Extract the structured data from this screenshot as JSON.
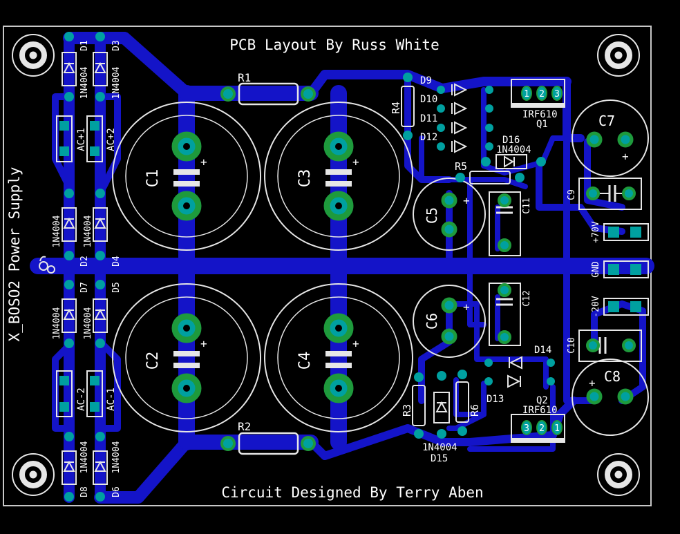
{
  "title": "PCB Layout By Russ White",
  "footer": "Circuit Designed By Terry Aben",
  "side_label": "X_BOSO2 Power Supply",
  "colors": {
    "background": "#000000",
    "trace": "#1414c8",
    "pad": "#00a0a0",
    "big_pad": "#1e9a3c",
    "silk": "#e6e6e6",
    "outline": "#c8c8c8"
  },
  "components": {
    "r1": "R1",
    "r2": "R2",
    "r3": "R3",
    "r4": "R4",
    "r5": "R5",
    "r6": "R6",
    "c1": "C1",
    "c2": "C2",
    "c3": "C3",
    "c4": "C4",
    "c5": "C5",
    "c6": "C6",
    "c7": "C7",
    "c8": "C8",
    "c9": "C9",
    "c10": "C10",
    "c11": "C11",
    "c12": "C12",
    "d1": "D1",
    "d2": "D2",
    "d3": "D3",
    "d4": "D4",
    "d5": "D5",
    "d6": "D6",
    "d7": "D7",
    "d8": "D8",
    "d9": "D9",
    "d10": "D10",
    "d11": "D11",
    "d12": "D12",
    "d13": "D13",
    "d14": "D14",
    "d15": "D15",
    "d16": "D16",
    "q1": "Q1",
    "q2": "Q2",
    "irf610": "IRF610",
    "diode_part": "1N4004"
  },
  "connectors": {
    "ac1": "AC+1",
    "ac2": "AC+2",
    "ac3": "AC-2",
    "ac4": "AC-1",
    "pos": "+70V",
    "gnd": "GND",
    "neg": "-20V"
  },
  "pins": {
    "p1": "1",
    "p2": "2",
    "p3": "3"
  },
  "plus": "+"
}
